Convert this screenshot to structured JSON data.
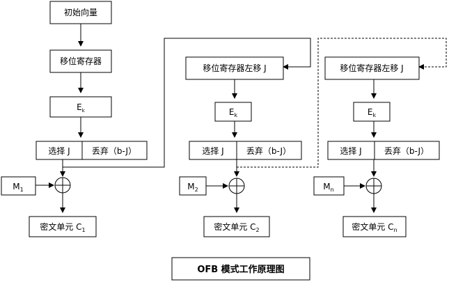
{
  "title": "OFB 模式工作原理图",
  "col1": {
    "iv": "初始向量",
    "shift_reg": "移位寄存器",
    "enc": "E",
    "enc_sub": "k",
    "select": "选择 J",
    "discard": "丢弃（b-J）",
    "m": "M",
    "m_sub": "1",
    "c": "密文单元 C",
    "c_sub": "1"
  },
  "col2": {
    "shift_reg": "移位寄存器左移 J",
    "enc": "E",
    "enc_sub": "k",
    "select": "选择 J",
    "discard": "丢弃（b-J）",
    "m": "M",
    "m_sub": "2",
    "c": "密文单元 C",
    "c_sub": "2"
  },
  "col3": {
    "shift_reg": "移位寄存器左移 J",
    "enc": "E",
    "enc_sub": "k",
    "select": "选择 J",
    "discard": "丢弃（b-J）",
    "m": "M",
    "m_sub": "n",
    "c": "密文单元 C",
    "c_sub": "n"
  }
}
